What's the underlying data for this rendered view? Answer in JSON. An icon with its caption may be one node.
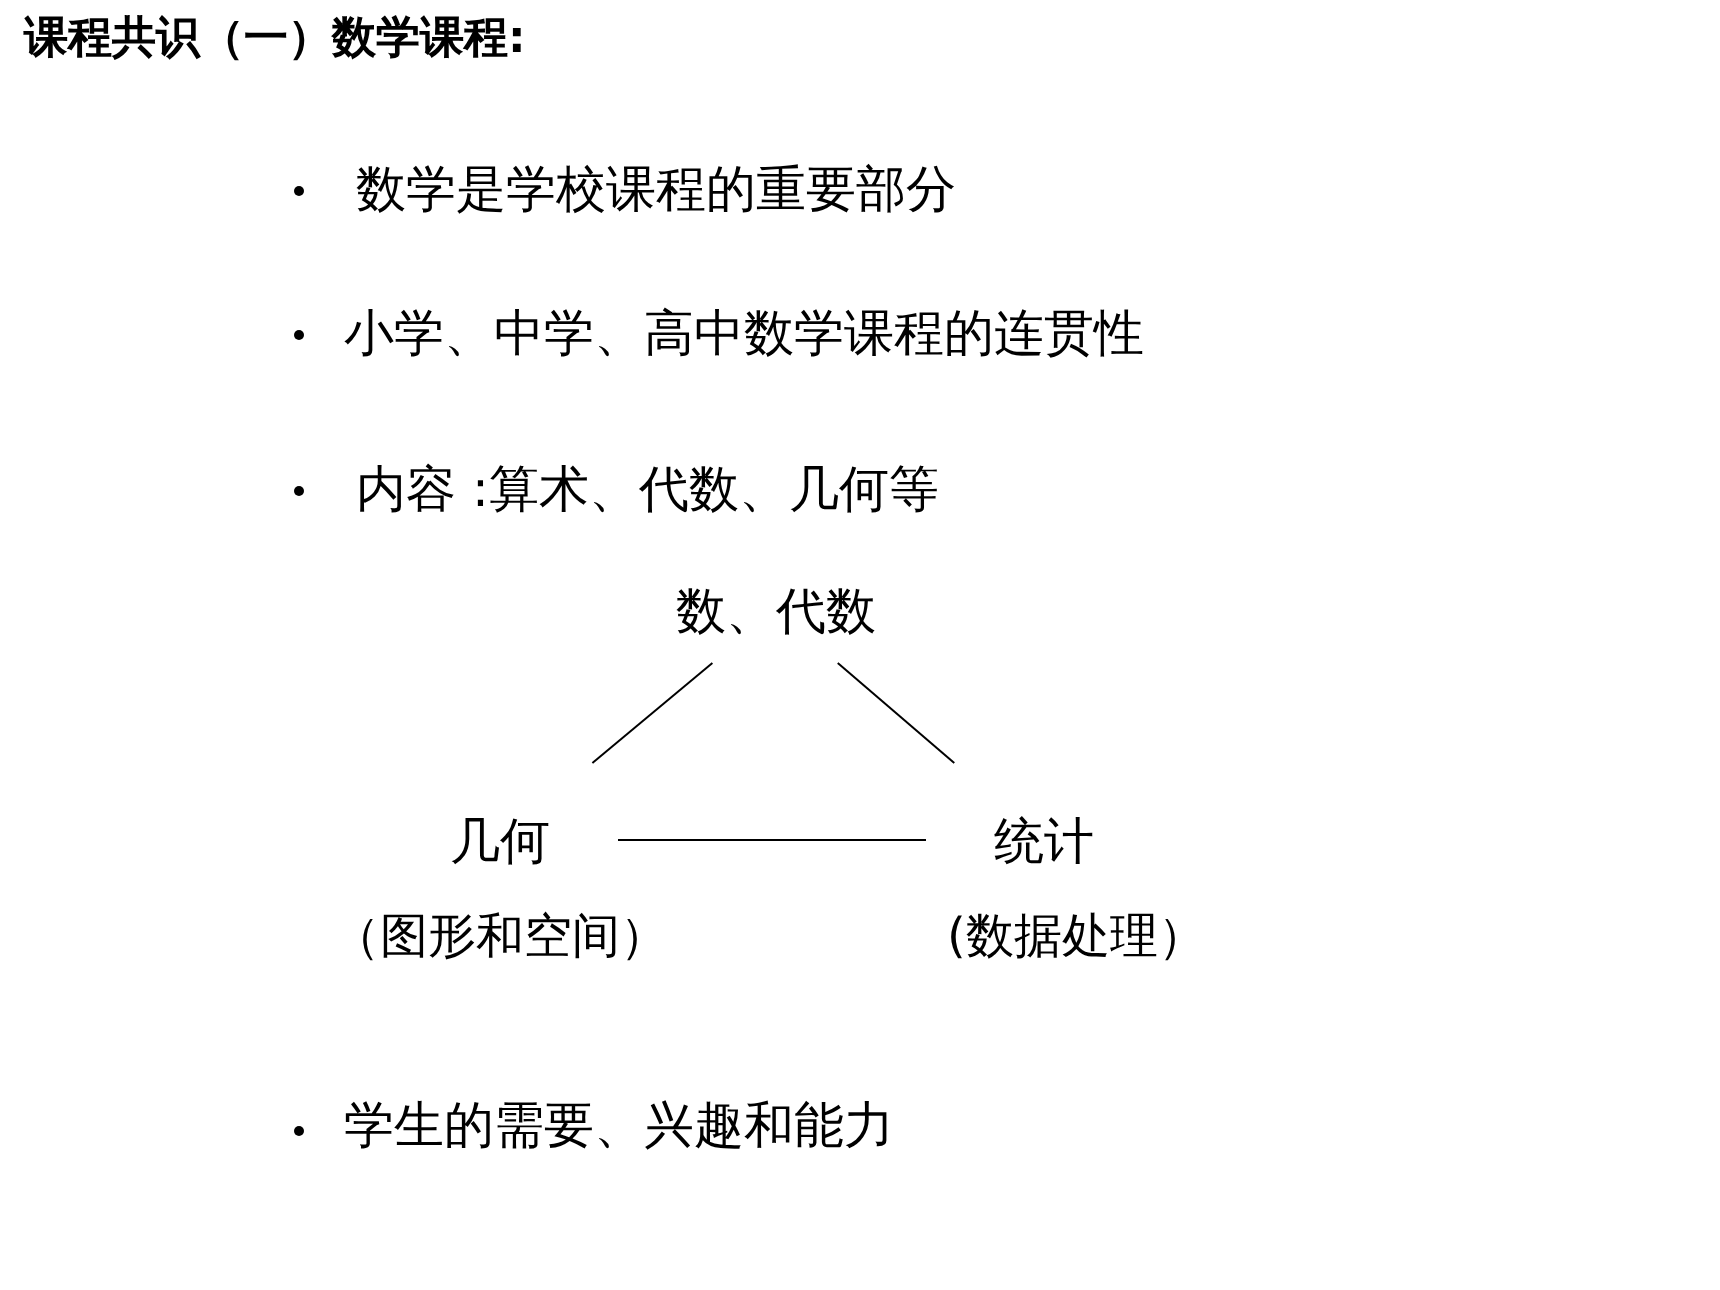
{
  "diagram": {
    "title": "课程共识（一）数学课程:",
    "nodes": [
      {
        "text": [
          "数、代数"
        ]
      },
      {
        "text": [
          "几何"
        ],
        "beside": [
          "（图形和空间）"
        ]
      },
      {
        "text": [
          "统计"
        ],
        "beside": [
          "(数据处理）"
        ]
      }
    ],
    "edges": [
      {
        "from": 0,
        "to": 1,
        "arrow": "none"
      },
      {
        "from": 0,
        "to": 2,
        "arrow": "none"
      },
      {
        "from": 1,
        "to": 2,
        "arrow": "none"
      }
    ],
    "labels": [
      "数学是学校课程的重要部分",
      "小学、中学、高中数学课程的连贯性",
      "内容 :算术、代数、几何等",
      "学生的需要、兴趣和能力"
    ]
  }
}
